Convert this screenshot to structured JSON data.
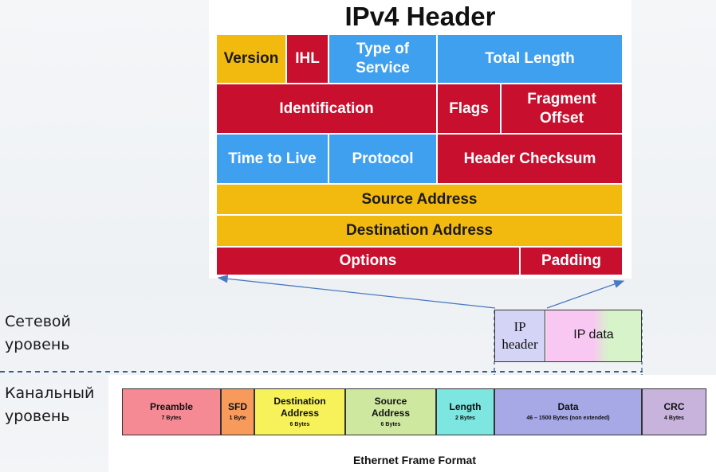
{
  "ipv4": {
    "title": "IPv4 Header",
    "fields": {
      "version": "Version",
      "ihl": "IHL",
      "tos": "Type of\nService",
      "total_length": "Total Length",
      "identification": "Identification",
      "flags": "Flags",
      "fragment_offset": "Fragment\nOffset",
      "ttl": "Time to Live",
      "protocol": "Protocol",
      "checksum": "Header Checksum",
      "source": "Source Address",
      "destination": "Destination Address",
      "options": "Options",
      "padding": "Padding"
    },
    "colors": {
      "blue": "#3fa0ef",
      "red": "#c8102e",
      "gold": "#f2b90f"
    }
  },
  "layers": {
    "network": "Сетевой\nуровень",
    "link": "Канальный\nуровень"
  },
  "ip_packet": {
    "header": "IP\nheader",
    "data": "IP data"
  },
  "ethernet": {
    "caption": "Ethernet Frame Format",
    "fields": [
      {
        "name": "Preamble",
        "size": "7 Bytes",
        "color": "#f58a95"
      },
      {
        "name": "SFD",
        "size": "1 Byte",
        "color": "#f79a5c"
      },
      {
        "name": "Destination\nAddress",
        "size": "6 Bytes",
        "color": "#f7f25a"
      },
      {
        "name": "Source\nAddress",
        "size": "6 Bytes",
        "color": "#cfe8a0"
      },
      {
        "name": "Length",
        "size": "2 Bytes",
        "color": "#7ee6e0"
      },
      {
        "name": "Data",
        "size": "46 – 1500 Bytes (non extended)",
        "color": "#a7a9e6"
      },
      {
        "name": "CRC",
        "size": "4 Bytes",
        "color": "#c7b3dc"
      }
    ]
  }
}
